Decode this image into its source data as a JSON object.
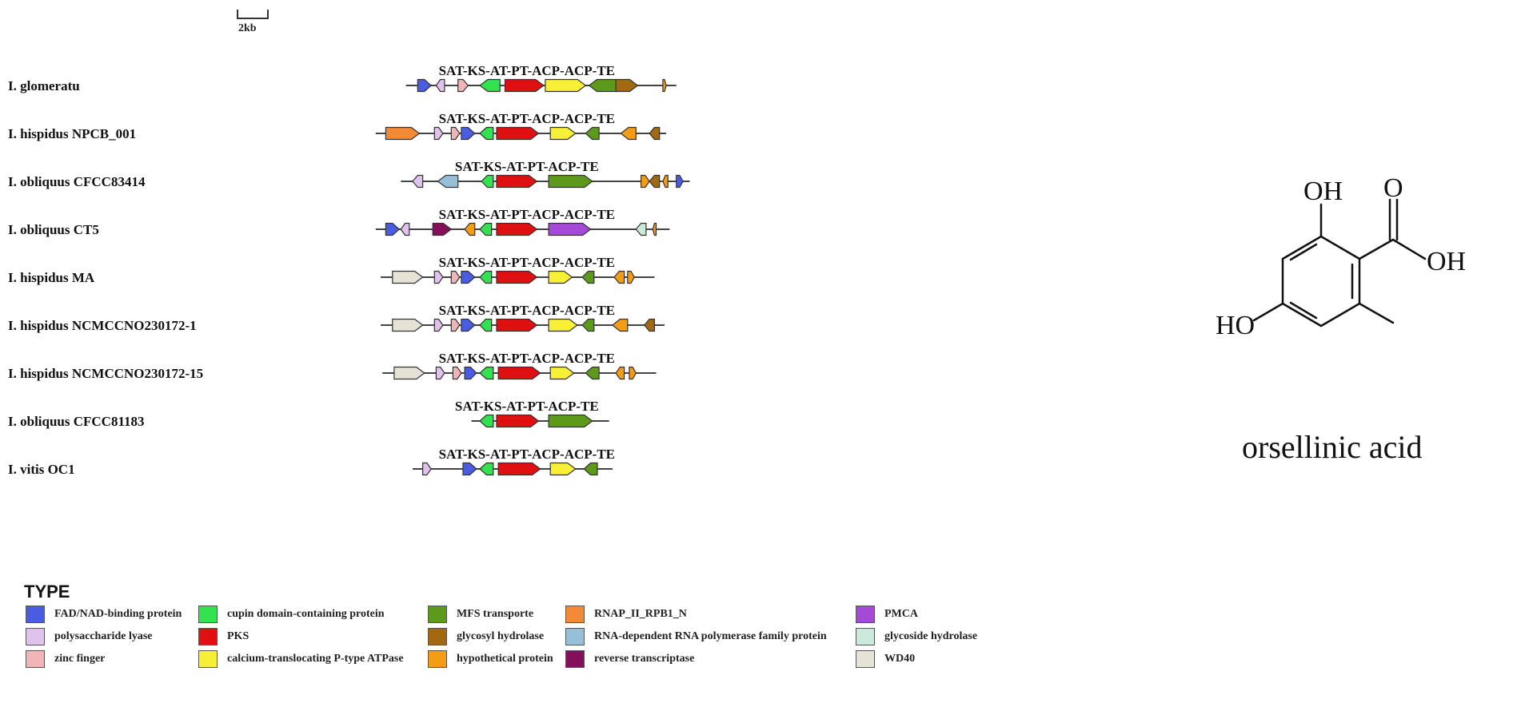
{
  "scale_bar": {
    "label": "2kb",
    "length_kb": 2
  },
  "clusters": [
    {
      "species": "I. glomeratu",
      "domains": "SAT-KS-AT-PT-ACP-ACP-TE",
      "line": [
        0.6,
        16.7
      ],
      "genes": [
        {
          "type": "fad",
          "s": 1.3,
          "e": 2.1,
          "d": 1
        },
        {
          "type": "poly",
          "s": 2.4,
          "e": 2.9,
          "d": -1
        },
        {
          "type": "zinc",
          "s": 3.7,
          "e": 4.3,
          "d": 1
        },
        {
          "type": "cupin",
          "s": 5.0,
          "e": 6.2,
          "d": -1
        },
        {
          "type": "pks",
          "s": 6.5,
          "e": 8.8,
          "d": 1
        },
        {
          "type": "catpase",
          "s": 8.9,
          "e": 11.3,
          "d": 1
        },
        {
          "type": "mfs",
          "s": 11.5,
          "e": 13.1,
          "d": -1
        },
        {
          "type": "glyco",
          "s": 13.1,
          "e": 14.4,
          "d": 1
        },
        {
          "type": "hypo",
          "s": 15.9,
          "e": 16.1,
          "d": 1
        }
      ]
    },
    {
      "species": "I. hispidus NPCB_001",
      "domains": "SAT-KS-AT-PT-ACP-ACP-TE",
      "line": [
        -1.2,
        16.1
      ],
      "genes": [
        {
          "type": "rnap",
          "s": -0.6,
          "e": 1.4,
          "d": 1
        },
        {
          "type": "poly",
          "s": 2.3,
          "e": 2.8,
          "d": 1
        },
        {
          "type": "zinc",
          "s": 3.3,
          "e": 3.8,
          "d": 1
        },
        {
          "type": "fad",
          "s": 3.9,
          "e": 4.7,
          "d": 1
        },
        {
          "type": "cupin",
          "s": 5.0,
          "e": 5.8,
          "d": -1
        },
        {
          "type": "pks",
          "s": 6.0,
          "e": 8.5,
          "d": 1
        },
        {
          "type": "catpase",
          "s": 9.2,
          "e": 10.7,
          "d": 1
        },
        {
          "type": "mfs",
          "s": 11.3,
          "e": 12.1,
          "d": -1
        },
        {
          "type": "hypo",
          "s": 13.4,
          "e": 14.3,
          "d": -1
        },
        {
          "type": "glyco",
          "s": 15.1,
          "e": 15.7,
          "d": -1
        }
      ]
    },
    {
      "species": "I. obliquus CFCC83414",
      "domains": "SAT-KS-AT-PT-ACP-TE",
      "line": [
        0.3,
        17.5
      ],
      "genes": [
        {
          "type": "poly",
          "s": 1.0,
          "e": 1.6,
          "d": -1
        },
        {
          "type": "rdrp",
          "s": 2.5,
          "e": 3.7,
          "d": -1
        },
        {
          "type": "cupin",
          "s": 5.1,
          "e": 5.8,
          "d": -1
        },
        {
          "type": "pks",
          "s": 6.0,
          "e": 8.4,
          "d": 1
        },
        {
          "type": "mfs",
          "s": 9.1,
          "e": 11.7,
          "d": 1
        },
        {
          "type": "hypo",
          "s": 14.6,
          "e": 15.1,
          "d": 1
        },
        {
          "type": "glyco",
          "s": 15.1,
          "e": 15.7,
          "d": -1
        },
        {
          "type": "hypo",
          "s": 15.9,
          "e": 16.2,
          "d": -1
        },
        {
          "type": "fad",
          "s": 16.7,
          "e": 17.1,
          "d": 1
        }
      ]
    },
    {
      "species": "I. obliquus CT5",
      "domains": "SAT-KS-AT-PT-ACP-ACP-TE",
      "line": [
        -1.2,
        16.3
      ],
      "genes": [
        {
          "type": "fad",
          "s": -0.6,
          "e": 0.2,
          "d": 1
        },
        {
          "type": "poly",
          "s": 0.3,
          "e": 0.8,
          "d": -1
        },
        {
          "type": "rt",
          "s": 2.2,
          "e": 3.3,
          "d": 1
        },
        {
          "type": "hypo",
          "s": 4.1,
          "e": 4.7,
          "d": -1
        },
        {
          "type": "cupin",
          "s": 5.0,
          "e": 5.7,
          "d": -1
        },
        {
          "type": "pks",
          "s": 6.0,
          "e": 8.4,
          "d": 1
        },
        {
          "type": "pmca",
          "s": 9.1,
          "e": 11.6,
          "d": 1
        },
        {
          "type": "ghydro",
          "s": 14.3,
          "e": 14.9,
          "d": -1
        },
        {
          "type": "hypo",
          "s": 15.3,
          "e": 15.5,
          "d": -1
        }
      ]
    },
    {
      "species": "I. hispidus MA",
      "domains": "SAT-KS-AT-PT-ACP-ACP-TE",
      "line": [
        -0.9,
        15.4
      ],
      "genes": [
        {
          "type": "wd40",
          "s": -0.2,
          "e": 1.6,
          "d": 1
        },
        {
          "type": "poly",
          "s": 2.3,
          "e": 2.8,
          "d": 1
        },
        {
          "type": "zinc",
          "s": 3.3,
          "e": 3.8,
          "d": 1
        },
        {
          "type": "fad",
          "s": 3.9,
          "e": 4.7,
          "d": 1
        },
        {
          "type": "cupin",
          "s": 5.0,
          "e": 5.7,
          "d": -1
        },
        {
          "type": "pks",
          "s": 6.0,
          "e": 8.4,
          "d": 1
        },
        {
          "type": "catpase",
          "s": 9.1,
          "e": 10.5,
          "d": 1
        },
        {
          "type": "mfs",
          "s": 11.1,
          "e": 11.8,
          "d": -1
        },
        {
          "type": "hypo",
          "s": 13.0,
          "e": 13.6,
          "d": -1
        },
        {
          "type": "hypo",
          "s": 13.8,
          "e": 14.2,
          "d": 1
        }
      ]
    },
    {
      "species": "I. hispidus NCMCCNO230172-1",
      "domains": "SAT-KS-AT-PT-ACP-ACP-TE",
      "line": [
        -0.9,
        16.0
      ],
      "genes": [
        {
          "type": "wd40",
          "s": -0.2,
          "e": 1.6,
          "d": 1
        },
        {
          "type": "poly",
          "s": 2.3,
          "e": 2.8,
          "d": 1
        },
        {
          "type": "zinc",
          "s": 3.3,
          "e": 3.8,
          "d": 1
        },
        {
          "type": "fad",
          "s": 3.9,
          "e": 4.7,
          "d": 1
        },
        {
          "type": "cupin",
          "s": 5.0,
          "e": 5.7,
          "d": -1
        },
        {
          "type": "pks",
          "s": 6.0,
          "e": 8.4,
          "d": 1
        },
        {
          "type": "catpase",
          "s": 9.1,
          "e": 10.8,
          "d": 1
        },
        {
          "type": "mfs",
          "s": 11.1,
          "e": 11.8,
          "d": -1
        },
        {
          "type": "hypo",
          "s": 12.9,
          "e": 13.8,
          "d": -1
        },
        {
          "type": "glyco",
          "s": 14.8,
          "e": 15.4,
          "d": -1
        }
      ]
    },
    {
      "species": "I. hispidus NCMCCNO230172-15",
      "domains": "SAT-KS-AT-PT-ACP-ACP-TE",
      "line": [
        -0.8,
        15.5
      ],
      "genes": [
        {
          "type": "wd40",
          "s": -0.1,
          "e": 1.7,
          "d": 1
        },
        {
          "type": "poly",
          "s": 2.4,
          "e": 2.9,
          "d": 1
        },
        {
          "type": "zinc",
          "s": 3.4,
          "e": 3.9,
          "d": 1
        },
        {
          "type": "fad",
          "s": 4.1,
          "e": 4.8,
          "d": 1
        },
        {
          "type": "cupin",
          "s": 5.0,
          "e": 5.8,
          "d": -1
        },
        {
          "type": "pks",
          "s": 6.1,
          "e": 8.6,
          "d": 1
        },
        {
          "type": "catpase",
          "s": 9.2,
          "e": 10.6,
          "d": 1
        },
        {
          "type": "mfs",
          "s": 11.3,
          "e": 12.1,
          "d": -1
        },
        {
          "type": "hypo",
          "s": 13.1,
          "e": 13.6,
          "d": -1
        },
        {
          "type": "hypo",
          "s": 13.9,
          "e": 14.3,
          "d": 1
        }
      ]
    },
    {
      "species": "I. obliquus CFCC81183",
      "domains": "SAT-KS-AT-PT-ACP-TE",
      "line": [
        4.5,
        12.7
      ],
      "genes": [
        {
          "type": "cupin",
          "s": 5.0,
          "e": 5.8,
          "d": -1
        },
        {
          "type": "pks",
          "s": 6.0,
          "e": 8.5,
          "d": 1
        },
        {
          "type": "mfs",
          "s": 9.1,
          "e": 11.7,
          "d": 1
        }
      ]
    },
    {
      "species": "I. vitis OC1",
      "domains": "SAT-KS-AT-PT-ACP-ACP-TE",
      "line": [
        1.0,
        12.9
      ],
      "genes": [
        {
          "type": "poly",
          "s": 1.6,
          "e": 2.1,
          "d": 1
        },
        {
          "type": "fad",
          "s": 4.0,
          "e": 4.8,
          "d": 1
        },
        {
          "type": "cupin",
          "s": 5.0,
          "e": 5.8,
          "d": -1
        },
        {
          "type": "pks",
          "s": 6.1,
          "e": 8.6,
          "d": 1
        },
        {
          "type": "catpase",
          "s": 9.2,
          "e": 10.7,
          "d": 1
        },
        {
          "type": "mfs",
          "s": 11.2,
          "e": 12.0,
          "d": -1
        }
      ]
    }
  ],
  "legend": {
    "title": "TYPE",
    "items": [
      {
        "key": "fad",
        "label": "FAD/NAD-binding protein",
        "color": "#4a5de0"
      },
      {
        "key": "poly",
        "label": "polysaccharide lyase",
        "color": "#e0c3ec"
      },
      {
        "key": "zinc",
        "label": "zinc finger",
        "color": "#f1b5b8"
      },
      {
        "key": "cupin",
        "label": "cupin domain-containing protein",
        "color": "#33e24f"
      },
      {
        "key": "pks",
        "label": "PKS",
        "color": "#e00f12"
      },
      {
        "key": "catpase",
        "label": "calcium-translocating P-type ATPase",
        "color": "#f7f036"
      },
      {
        "key": "mfs",
        "label": "MFS transporte",
        "color": "#5d991b"
      },
      {
        "key": "glyco",
        "label": "glycosyl hydrolase",
        "color": "#a2690f"
      },
      {
        "key": "hypo",
        "label": "hypothetical protein",
        "color": "#f39c14"
      },
      {
        "key": "rnap",
        "label": "RNAP_II_RPB1_N",
        "color": "#f28a36"
      },
      {
        "key": "rdrp",
        "label": "RNA-dependent RNA polymerase family protein",
        "color": "#97bfd8"
      },
      {
        "key": "rt",
        "label": "reverse transcriptase",
        "color": "#850f5b"
      },
      {
        "key": "pmca",
        "label": "PMCA",
        "color": "#a44ad6"
      },
      {
        "key": "ghydro",
        "label": "glycoside hydrolase",
        "color": "#cceadb"
      },
      {
        "key": "wd40",
        "label": "WD40",
        "color": "#e6e3d6"
      }
    ]
  },
  "compound": {
    "name": "orsellinic acid",
    "oh_top": "OH",
    "carbonyl_o": "O",
    "acid_oh": "OH",
    "ho_left": "HO"
  }
}
